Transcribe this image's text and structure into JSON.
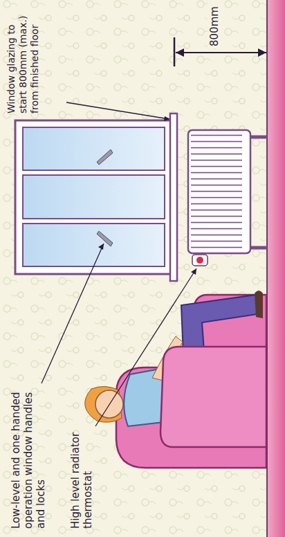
{
  "diagram": {
    "labels": [
      "Low-level and one handed operation window handles and locks",
      "High level radiator thermostat",
      "Window glazing to start 800mm (max.) from finished floor",
      "800mm"
    ]
  }
}
